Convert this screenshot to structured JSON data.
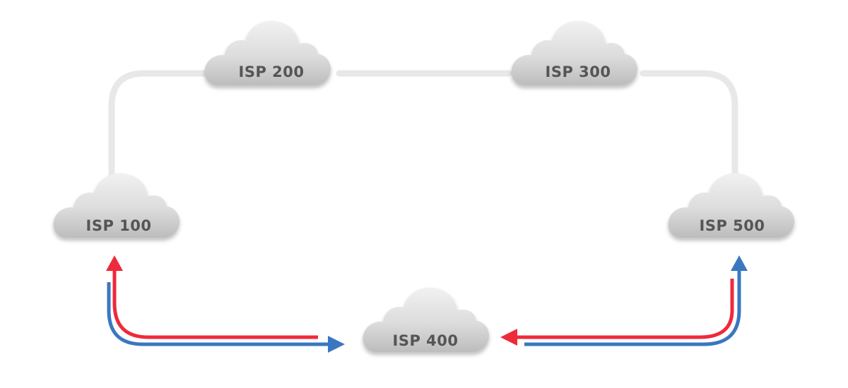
{
  "nodes": [
    {
      "id": "isp100",
      "label": "ISP 100"
    },
    {
      "id": "isp200",
      "label": "ISP 200"
    },
    {
      "id": "isp300",
      "label": "ISP 300"
    },
    {
      "id": "isp400",
      "label": "ISP 400"
    },
    {
      "id": "isp500",
      "label": "ISP 500"
    }
  ],
  "colors": {
    "ring_link": "#e8e8e8",
    "red_path": "#ee2a3b",
    "blue_path": "#3a77c0",
    "label_text": "#555555",
    "cloud_light": "#eaeaea",
    "cloud_dark": "#bdbdbd"
  }
}
